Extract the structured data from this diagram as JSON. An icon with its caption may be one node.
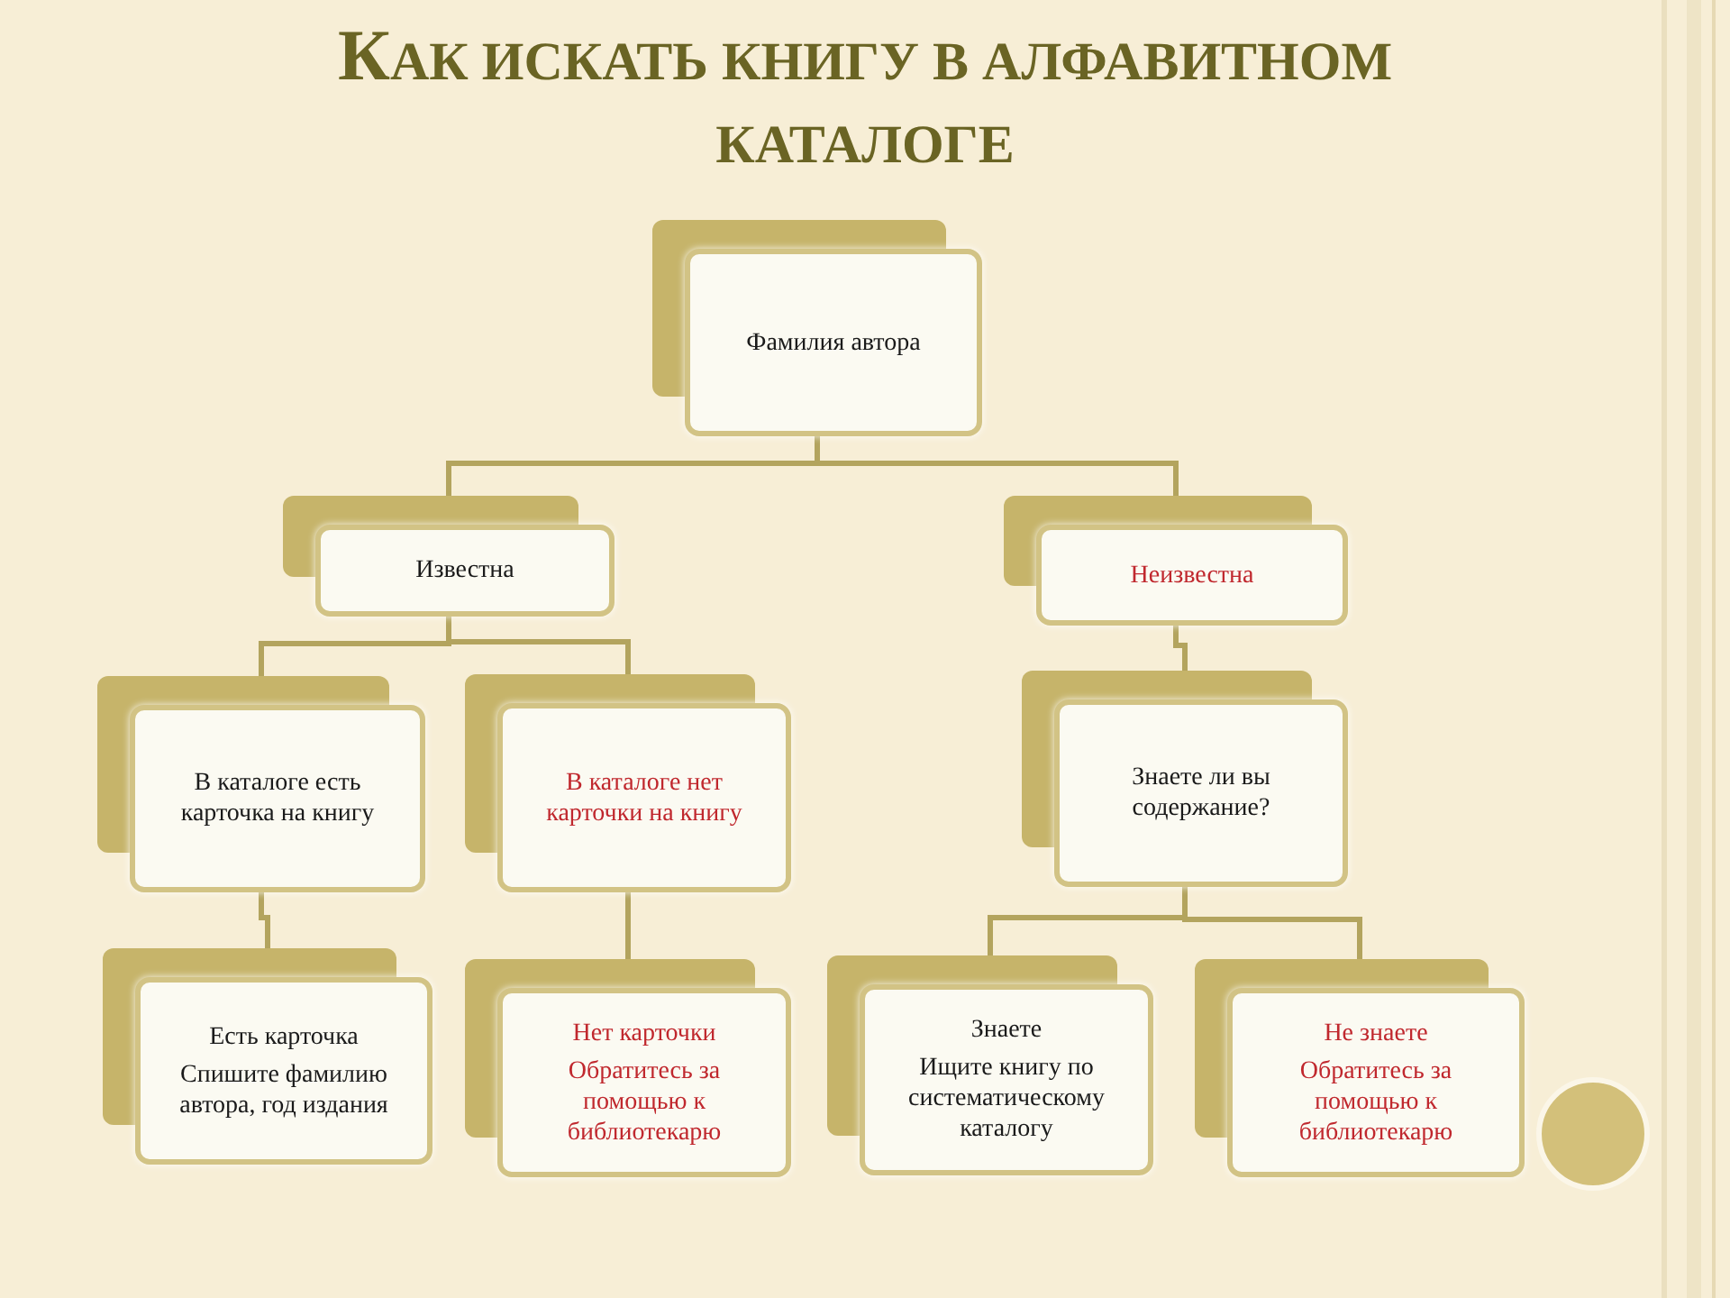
{
  "diagram": {
    "title": "КАК ИСКАТЬ КНИГУ В АЛФАВИТНОМ КАТАЛОГЕ",
    "nodes": [
      {
        "text": [
          "Фамилия автора"
        ]
      },
      {
        "text": [
          "Известна"
        ]
      },
      {
        "text": [
          "Неизвестна"
        ]
      },
      {
        "text": [
          "В каталоге есть карточка на книгу"
        ]
      },
      {
        "text": [
          "В каталоге нет карточки на книгу"
        ]
      },
      {
        "text": [
          "Знаете ли вы содержание?"
        ]
      },
      {
        "text": [
          "Есть карточка",
          "Спишите фамилию автора, год издания"
        ]
      },
      {
        "text": [
          "Нет карточки",
          "Обратитесь за помощью к библиотекарю"
        ]
      },
      {
        "text": [
          "Знаете",
          "Ищите книгу по систематическому каталогу"
        ]
      },
      {
        "text": [
          "Не знаете",
          "Обратитесь за помощью к библиотекарю"
        ]
      }
    ],
    "edges": [
      {
        "from": 0,
        "to": 1,
        "arrow": "none"
      },
      {
        "from": 0,
        "to": 2,
        "arrow": "none"
      },
      {
        "from": 1,
        "to": 3,
        "arrow": "none"
      },
      {
        "from": 1,
        "to": 4,
        "arrow": "none"
      },
      {
        "from": 2,
        "to": 5,
        "arrow": "none"
      },
      {
        "from": 3,
        "to": 6,
        "arrow": "none"
      },
      {
        "from": 4,
        "to": 7,
        "arrow": "none"
      },
      {
        "from": 5,
        "to": 8,
        "arrow": "none"
      },
      {
        "from": 5,
        "to": 9,
        "arrow": "none"
      }
    ]
  }
}
